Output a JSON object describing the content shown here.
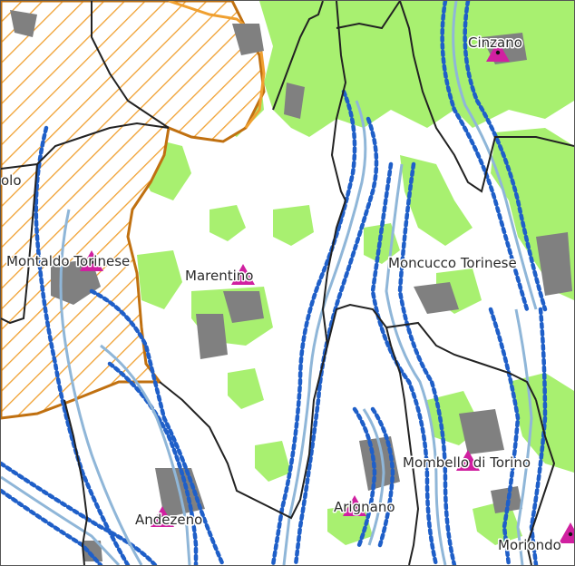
{
  "map": {
    "colors": {
      "background": "#ffffff",
      "forest": "#a8f070",
      "urban": "#808080",
      "protected_area_hatch": "#f0a030",
      "protected_area_border": "#c07010",
      "district_border": "#222222",
      "river_core": "#8fb6d8",
      "river_buffer": "#1f5fc8",
      "town_marker": "#d020a0"
    },
    "places": [
      {
        "name": "Cinzano"
      },
      {
        "name": "olo"
      },
      {
        "name": "Montaldo Torinese"
      },
      {
        "name": "Marentino"
      },
      {
        "name": "Moncucco Torinese"
      },
      {
        "name": "Mombello di Torino"
      },
      {
        "name": "Arignano"
      },
      {
        "name": "Andezeno"
      },
      {
        "name": "Moriondo"
      }
    ],
    "marker_icon": "triangle-marker-icon"
  }
}
